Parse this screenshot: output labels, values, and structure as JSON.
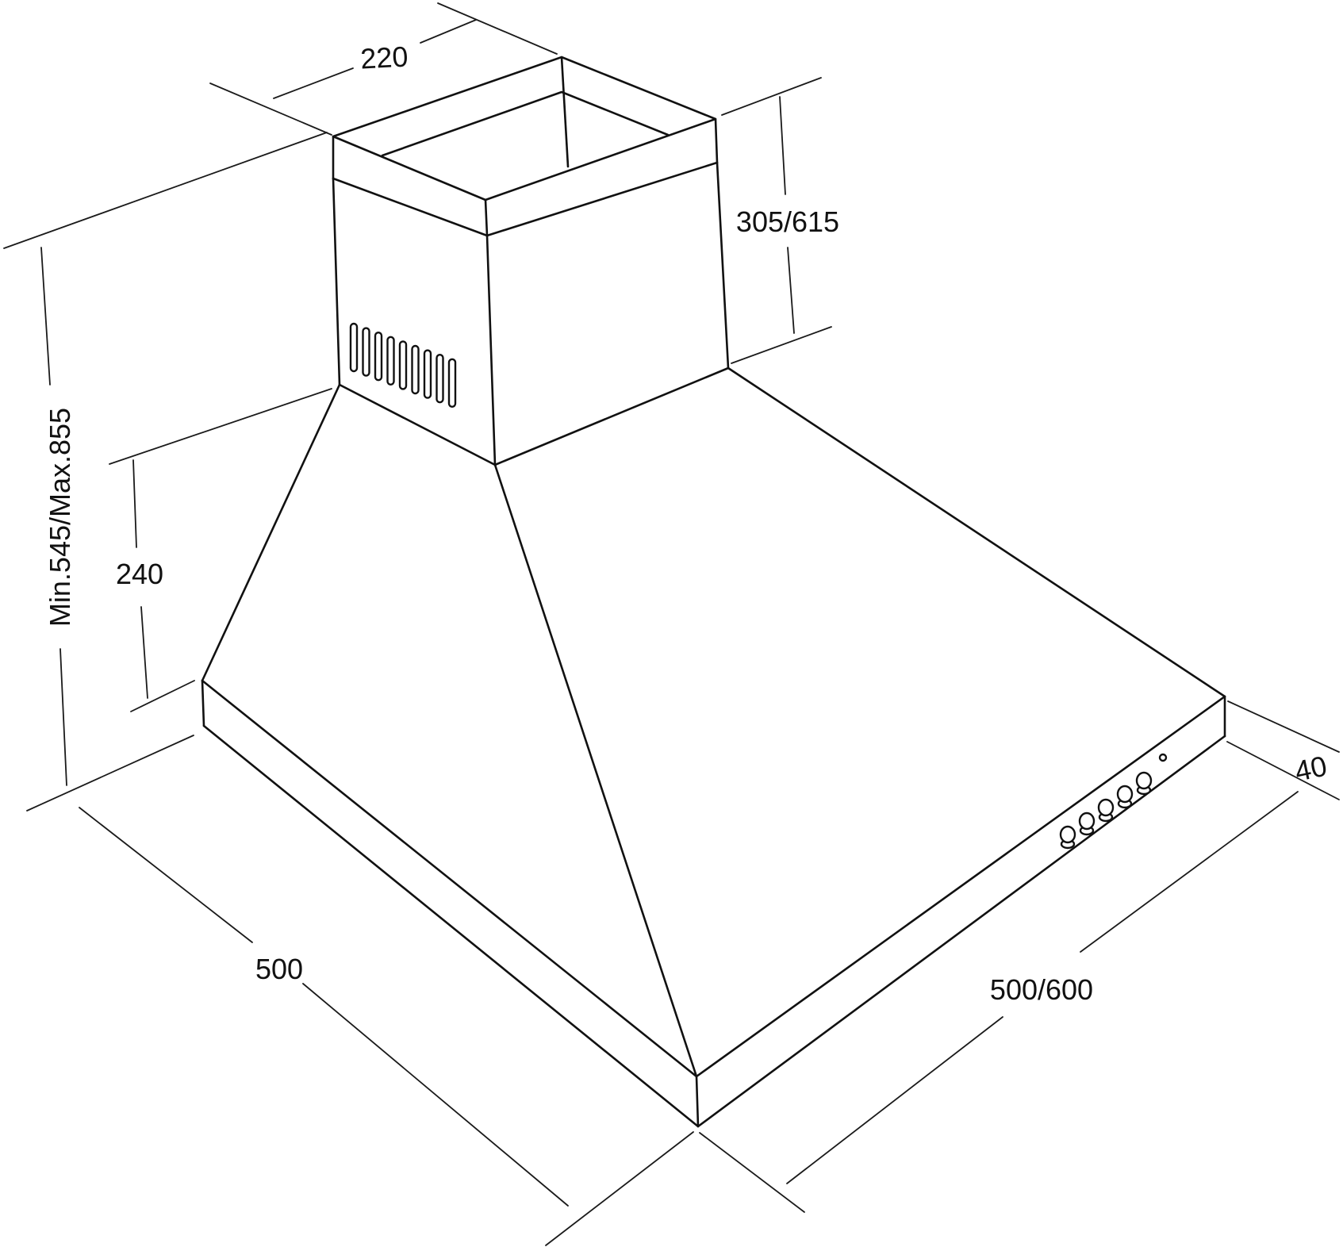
{
  "diagram": {
    "line_color": "#111111",
    "background_color": "#ffffff",
    "dimensions": {
      "chimney_depth": "220",
      "chimney_height": "305/615",
      "total_height": "Min.545/Max.855",
      "canopy_height": "240",
      "hood_depth": "500",
      "hood_width": "500/600",
      "base_thickness": "40"
    },
    "control_knob_count": 5,
    "vent_slot_count": 9
  }
}
